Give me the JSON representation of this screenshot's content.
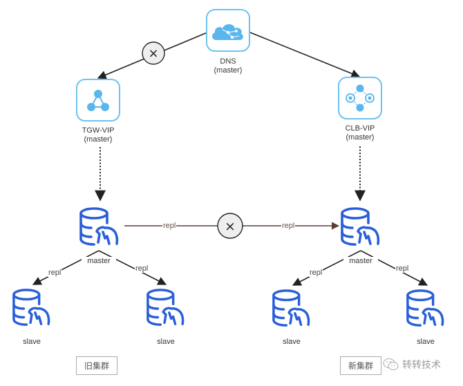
{
  "diagram": {
    "title": "DNS switch from old cluster to new cluster",
    "colors": {
      "vip_border": "#6cc3f0",
      "vip_icon": "#5ab7ec",
      "db_icon": "#2a5fd8",
      "edge": "#222222",
      "repl_edge": "#6a5048",
      "block_fill": "#eeeeee"
    },
    "nodes": {
      "dns": {
        "name": "DNS",
        "role": "(master)",
        "icon": "cloud-network-icon"
      },
      "tgw_vip": {
        "name": "TGW-VIP",
        "role": "(master)",
        "icon": "triangle-network-icon"
      },
      "clb_vip": {
        "name": "CLB-VIP",
        "role": "(master)",
        "icon": "load-balancer-icon"
      },
      "old_master": {
        "name": "master",
        "icon": "mysql-database-icon"
      },
      "new_master": {
        "name": "master",
        "icon": "mysql-database-icon"
      },
      "old_slave_1": {
        "name": "slave",
        "icon": "mysql-database-icon"
      },
      "old_slave_2": {
        "name": "slave",
        "icon": "mysql-database-icon"
      },
      "new_slave_1": {
        "name": "slave",
        "icon": "mysql-database-icon"
      },
      "new_slave_2": {
        "name": "slave",
        "icon": "mysql-database-icon"
      }
    },
    "edges": [
      {
        "from": "dns",
        "to": "tgw_vip",
        "label": "",
        "style": "solid",
        "blocked": true
      },
      {
        "from": "dns",
        "to": "clb_vip",
        "label": "",
        "style": "solid",
        "blocked": false
      },
      {
        "from": "tgw_vip",
        "to": "old_master",
        "label": "",
        "style": "dotted",
        "blocked": false
      },
      {
        "from": "clb_vip",
        "to": "new_master",
        "label": "",
        "style": "dotted",
        "blocked": false
      },
      {
        "from": "old_master",
        "to": "new_master",
        "label": "repl",
        "style": "solid",
        "blocked": true
      },
      {
        "from": "old_master",
        "to": "old_slave_1",
        "label": "repl",
        "style": "solid",
        "blocked": false
      },
      {
        "from": "old_master",
        "to": "old_slave_2",
        "label": "repl",
        "style": "solid",
        "blocked": false
      },
      {
        "from": "new_master",
        "to": "new_slave_1",
        "label": "repl",
        "style": "solid",
        "blocked": false
      },
      {
        "from": "new_master",
        "to": "new_slave_2",
        "label": "repl",
        "style": "solid",
        "blocked": false
      }
    ],
    "blocked_symbol": "×",
    "repl_label": "repl",
    "clusters": {
      "old": "旧集群",
      "new": "新集群"
    },
    "watermark": {
      "icon": "wechat-icon",
      "text": "转转技术"
    }
  }
}
